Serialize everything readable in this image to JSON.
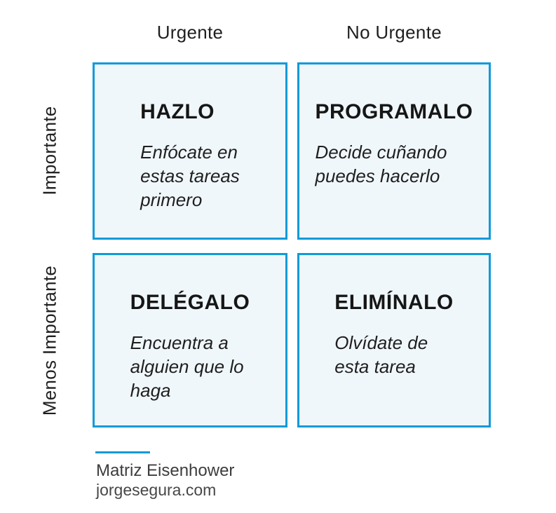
{
  "matrix": {
    "column_headers": [
      {
        "label": "Urgente"
      },
      {
        "label": "No Urgente"
      }
    ],
    "row_headers": [
      {
        "label": "Importante"
      },
      {
        "label": "Menos Importante"
      }
    ],
    "quadrants": [
      {
        "title": "HAZLO",
        "description": "Enfócate en\nestas tareas\nprimero"
      },
      {
        "title": "PROGRAMALO",
        "description": "Decide cuñando\npuedes hacerlo"
      },
      {
        "title": "DELÉGALO",
        "description": "Encuentra a\nalguien que lo\nhaga"
      },
      {
        "title": "ELIMÍNALO",
        "description": "Olvídate de\nesta tarea"
      }
    ]
  },
  "footer": {
    "title": "Matriz Eisenhower",
    "website": "jorgesegura.com"
  },
  "colors": {
    "accent": "#0F9AD9",
    "quadrant_fill": "#F0F7FB",
    "title_text": "#161616",
    "body_text": "#1F1F1F",
    "footer_text": "#3D3D3D",
    "footer_subtext": "#474747"
  }
}
